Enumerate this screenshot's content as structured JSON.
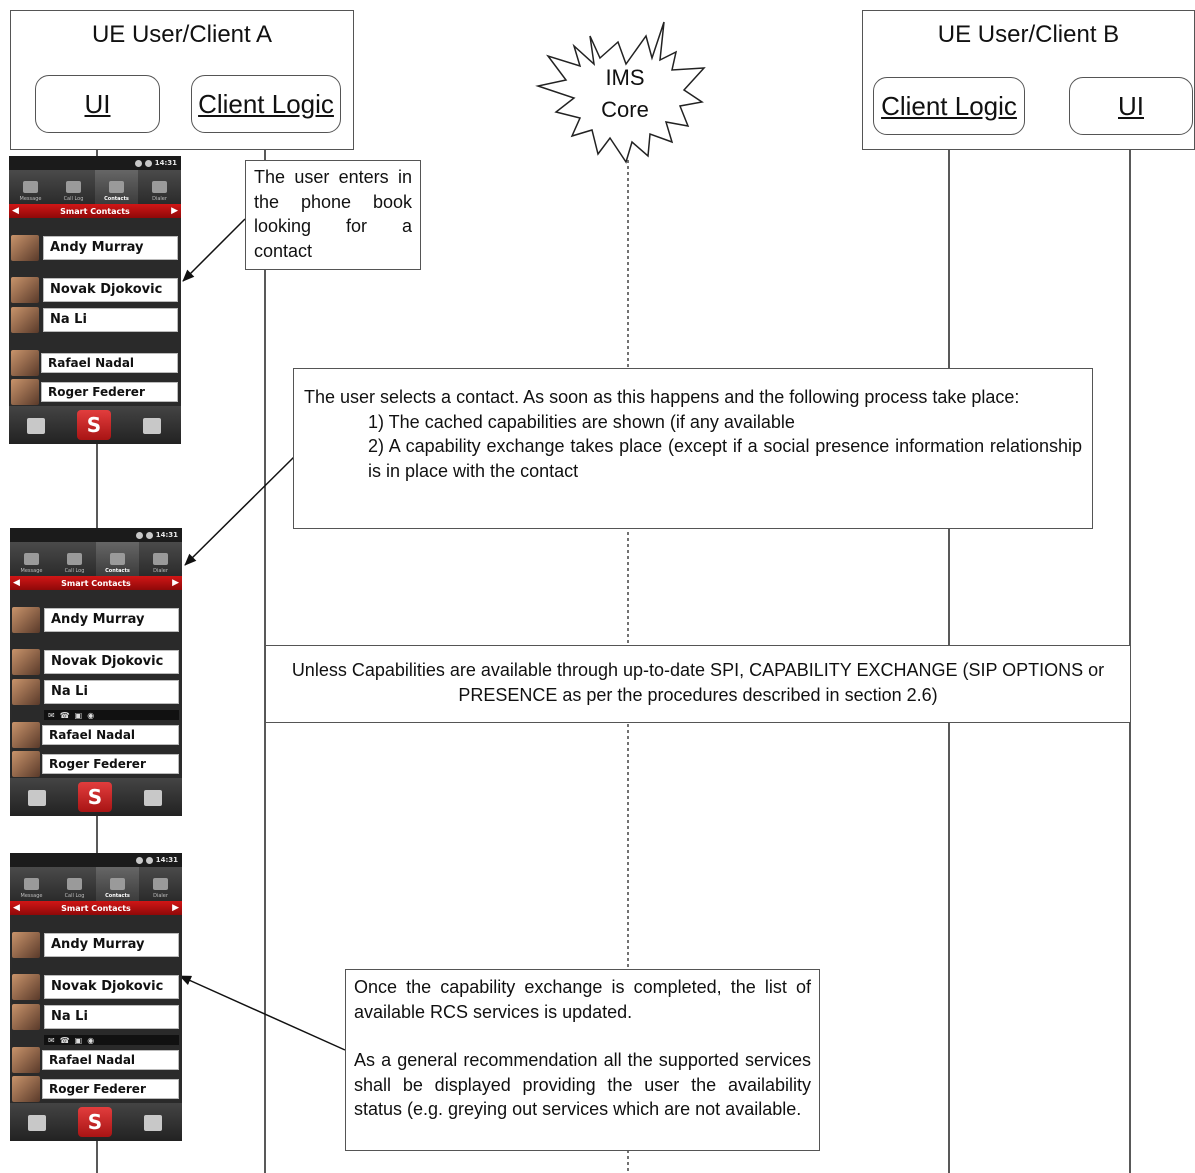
{
  "client_a": {
    "title": "UE User/Client A",
    "ui_label": "UI",
    "logic_label": "Client Logic"
  },
  "client_b": {
    "title": "UE User/Client B",
    "ui_label": "UI",
    "logic_label": "Client Logic"
  },
  "ims": {
    "line1": "IMS",
    "line2": "Core"
  },
  "notes": {
    "enter": "The user enters in the phone book looking for a contact",
    "select_intro": "The user selects a contact. As soon as this happens and the following process take place:",
    "select_step1": "1) The cached capabilities are shown (if any available",
    "select_step2": "2) A capability exchange takes place (except if a social presence information relationship is in place with the contact",
    "exchange": "Unless Capabilities are available through up-to-date SPI, CAPABILITY EXCHANGE (SIP OPTIONS or PRESENCE as per the procedures described in section 2.6)",
    "completed": "Once the capability exchange is completed, the list of available RCS services is updated.",
    "recommendation": "As a general recommendation all the supported services shall be displayed providing the user the availability status (e.g. greying out services which are not available."
  },
  "phone": {
    "time": "14:31",
    "tabs": [
      "Message",
      "Call Log",
      "Contacts",
      "Dialer"
    ],
    "header": "Smart Contacts",
    "contacts": [
      "Andy Murray",
      "Novak Djokovic",
      "Na Li",
      "Rafael Nadal",
      "Roger Federer"
    ]
  },
  "colors": {
    "line": "#555555",
    "phone_bar": "#c41212",
    "phone_body": "#2a2a2a"
  }
}
